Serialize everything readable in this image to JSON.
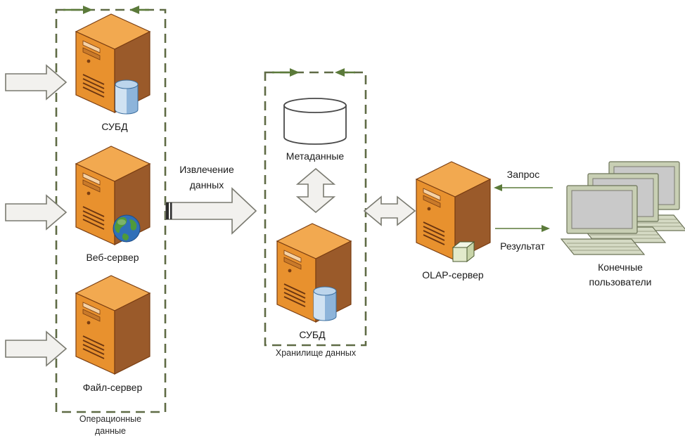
{
  "operational": {
    "title_line1": "Операционные",
    "title_line2": "данные",
    "servers": [
      {
        "label": "СУБД",
        "badge": "database-icon"
      },
      {
        "label": "Веб-сервер",
        "badge": "globe-icon"
      },
      {
        "label": "Файл-сервер",
        "badge": "none"
      }
    ]
  },
  "extraction": {
    "line1": "Извлечение",
    "line2": "данных"
  },
  "warehouse": {
    "title": "Хранилище данных",
    "metadata_label": "Метаданные",
    "dbms_label": "СУБД"
  },
  "olap": {
    "label": "OLAP-сервер"
  },
  "request_label": "Запрос",
  "result_label": "Результат",
  "users": {
    "line1": "Конечные",
    "line2": "пользователи"
  },
  "colors": {
    "server_front": "#E8912E",
    "server_side": "#9A5A2A",
    "server_top": "#F2A950",
    "dashed_border": "#5F6B45",
    "arrow_green": "#5B7A3A",
    "hollow_arrow_fill": "#F2F1EE",
    "hollow_arrow_stroke": "#7A7A70",
    "monitor_frame": "#C8CFB4",
    "monitor_screen": "#C9C9C9"
  }
}
